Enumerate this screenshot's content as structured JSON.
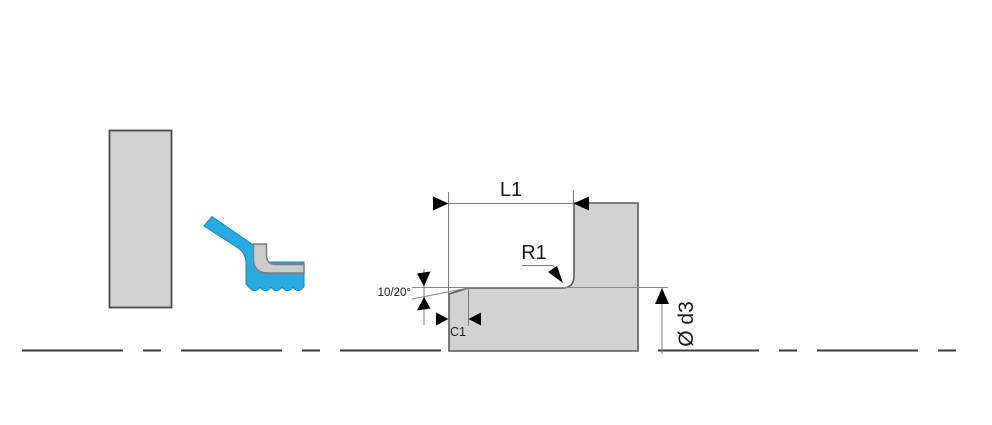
{
  "diagram": {
    "type": "technical-drawing",
    "subject": "seal cross-section and installation groove dimension drawing",
    "labels": {
      "l1": "L1",
      "r1": "R1",
      "angle": "10/20°",
      "c1": "C1",
      "d3": "Ø d3"
    },
    "colors": {
      "seal_blue": "#29ABE2",
      "seal_blue_outline": "#0F87C0",
      "metal_gray": "#D2D2D2",
      "insert_gray": "#CBCBCB",
      "insert_outline": "#7D7D7D",
      "housing_outline": "#4A4A4A",
      "centerline_dark": "#3A3A3A",
      "dimension_gray": "#7A7A7A",
      "arrow_black": "#000000",
      "background": "#FFFFFF"
    }
  }
}
